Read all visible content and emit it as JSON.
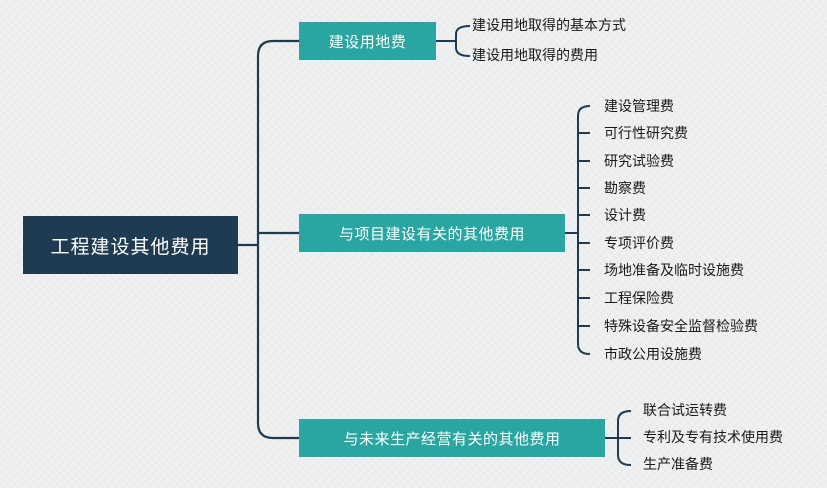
{
  "root": {
    "label": "工程建设其他费用"
  },
  "branches": [
    {
      "label": "建设用地费",
      "items": [
        "建设用地取得的基本方式",
        "建设用地取得的费用"
      ]
    },
    {
      "label": "与项目建设有关的其他费用",
      "items": [
        "建设管理费",
        "可行性研究费",
        "研究试验费",
        "勘察费",
        "设计费",
        "专项评价费",
        "场地准备及临时设施费",
        "工程保险费",
        "特殊设备安全监督检验费",
        "市政公用设施费"
      ]
    },
    {
      "label": "与未来生产经营有关的其他费用",
      "items": [
        "联合试运转费",
        "专利及专有技术使用费",
        "生产准备费"
      ]
    }
  ],
  "colors": {
    "root": "#1f3b52",
    "branch": "#2aa6a2",
    "line": "#1f3b52",
    "background": "#eceeef"
  }
}
